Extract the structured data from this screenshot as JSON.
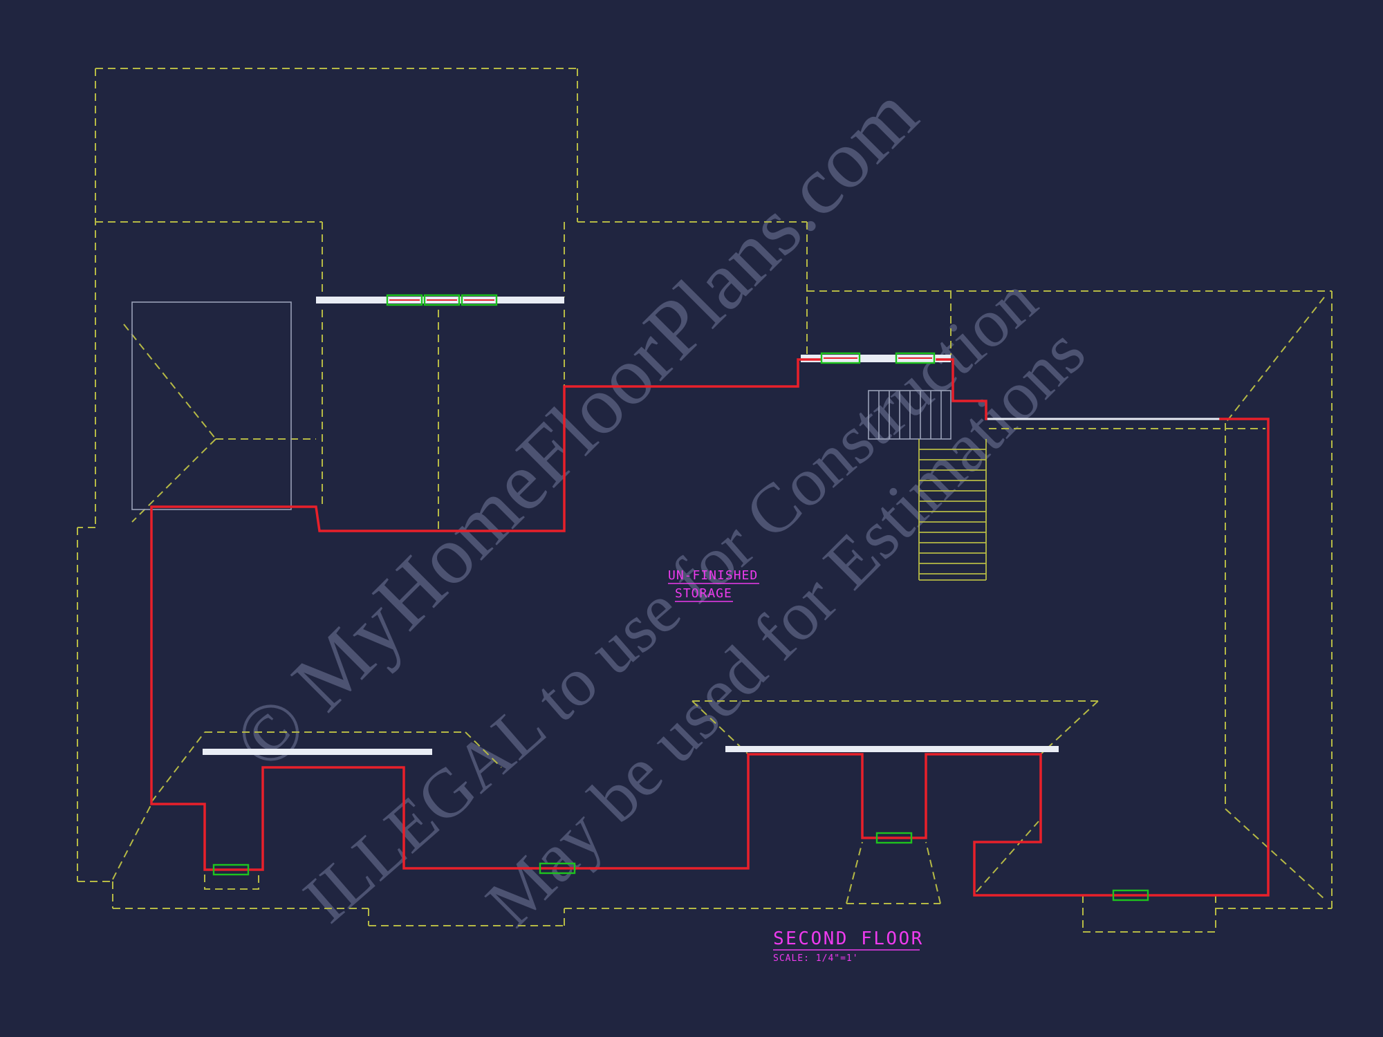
{
  "colors": {
    "background": "#202540",
    "roof_dash": "#b6ba45",
    "wall": "#e8202a",
    "window": "#1ec41e",
    "beam": "#e9edf5",
    "faint": "#9aa1b8",
    "label": "#ee3bee",
    "watermark": "#5a6180"
  },
  "plan": {
    "room_label_line1": "UN-FINISHED",
    "room_label_line2": "STORAGE",
    "title": "SECOND FLOOR",
    "scale_note": "SCALE: 1/4\"=1'"
  },
  "watermark": {
    "line1": "© MyHomeFloorPlans.com",
    "line2": "ILLEGAL to use for Construction",
    "line3": "May be used for Estimations"
  }
}
